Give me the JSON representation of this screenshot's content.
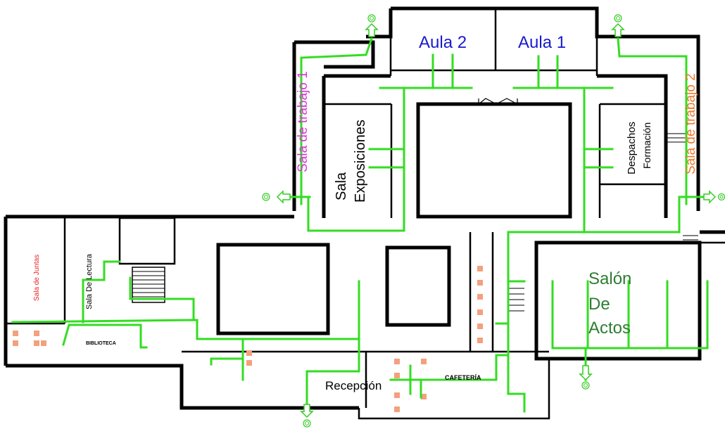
{
  "rooms": {
    "aula2": "Aula 2",
    "aula1": "Aula 1",
    "sala_trabajo_1": "Sala de trabajo 1",
    "sala_trabajo_2": "Sala de trabajo 2",
    "sala_exposiciones_line1": "Sala",
    "sala_exposiciones_line2": "Exposiciones",
    "despachos_line1": "Despachos",
    "despachos_line2": "Formación",
    "sala_juntas": "Sala de Juntas",
    "sala_lectura": "Sala De Lectura",
    "biblioteca": "BIBLIOTECA",
    "recepcion": "Recepción",
    "cafeteria": "CAFETERÍA",
    "salon_line1": "Salón",
    "salon_line2": "De",
    "salon_line3": "Actos"
  },
  "colors": {
    "evacuation_route": "#33dd22",
    "aula_label": "#1a1acc",
    "sala_trabajo_1_label": "#dd33dd",
    "sala_trabajo_2_label": "#f07a2a",
    "salon_label": "#2e7d32",
    "sala_juntas_label": "#ee2222",
    "toilet_fixtures": "#f4a07c",
    "walls": "#000000"
  },
  "icons": {
    "exit": "emergency-exit-arrow-icon",
    "stairs": "stairs-icon",
    "toilet": "toilet-fixture-icon"
  }
}
